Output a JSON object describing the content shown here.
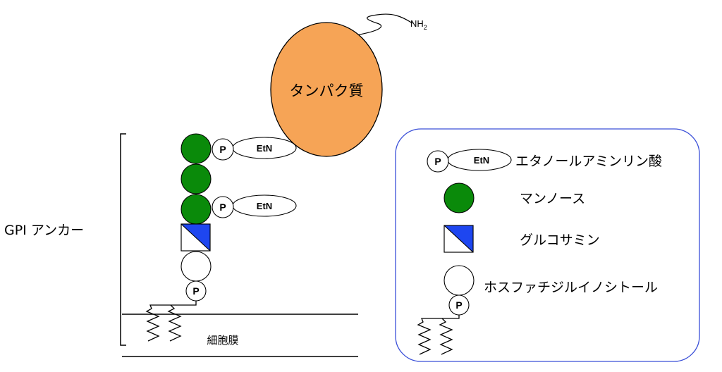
{
  "protein": {
    "label": "タンパク質",
    "color": "#F6A456"
  },
  "n_terminus": {
    "label": "NH",
    "subscript": "2"
  },
  "anchor": {
    "label": "GPI アンカー"
  },
  "membrane": {
    "label": "細胞膜"
  },
  "glycan": {
    "phosphate_label": "P",
    "ethanolamine_label": "EtN",
    "mannose_color": "#0A8A0A",
    "glucosamine_color": "#1E46F0"
  },
  "legend": {
    "border_color": "#3A4FD8",
    "items": [
      {
        "symbol": "phosphoethanolamine",
        "label": "エタノールアミンリン酸"
      },
      {
        "symbol": "mannose",
        "label": "マンノース"
      },
      {
        "symbol": "glucosamine",
        "label": "グルコサミン"
      },
      {
        "symbol": "phosphatidylinositol",
        "label": "ホスファチジルイノシトール"
      }
    ]
  }
}
